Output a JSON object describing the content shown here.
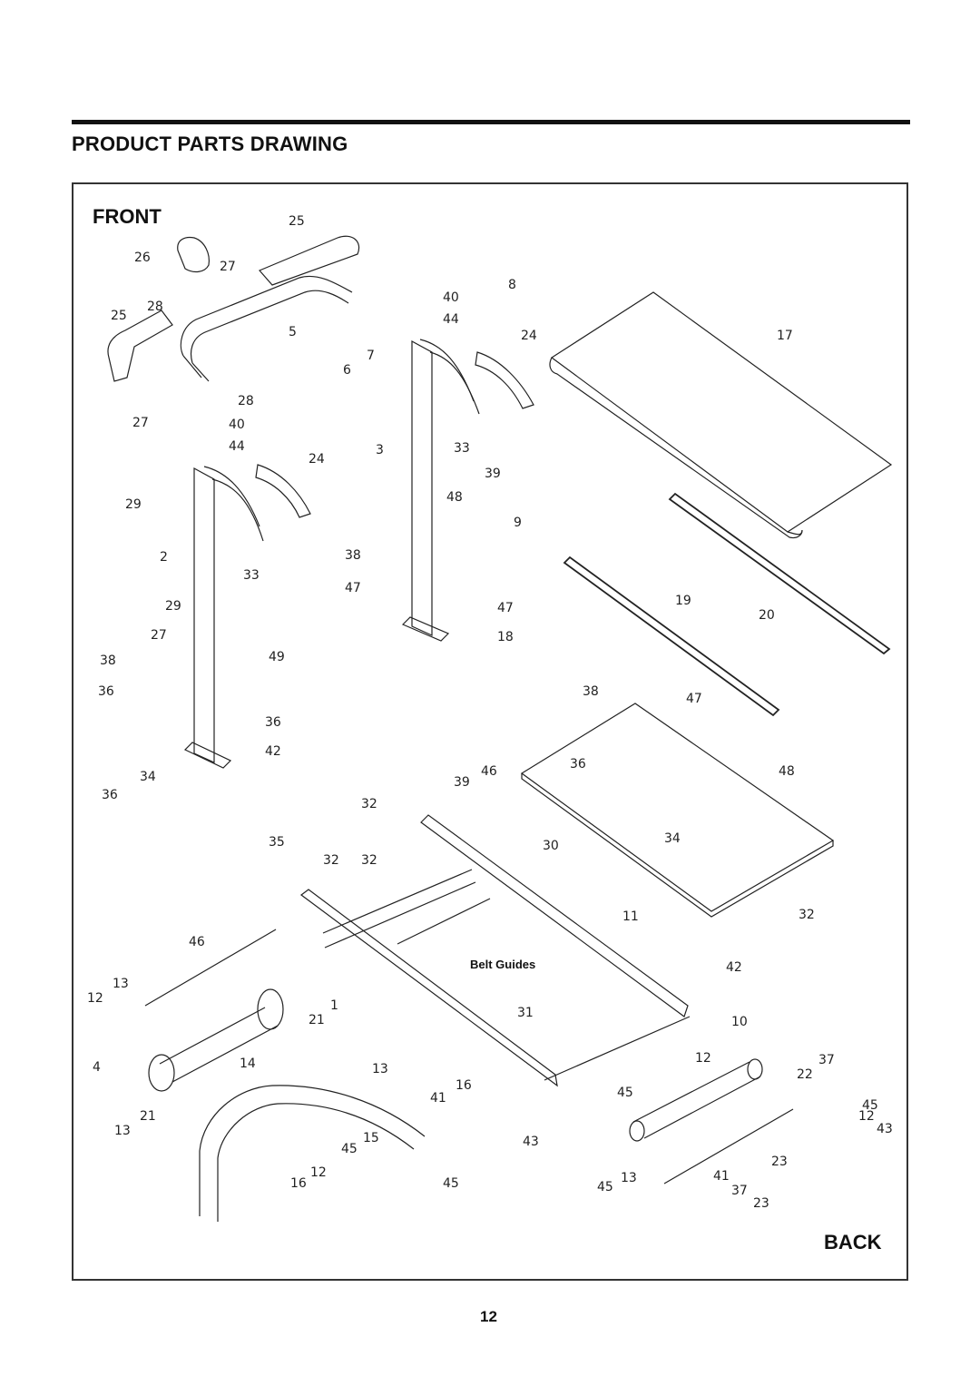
{
  "page": {
    "title": "PRODUCT PARTS DRAWING",
    "page_number": "12"
  },
  "diagram": {
    "front_label": "FRONT",
    "back_label": "BACK",
    "belt_guides_label": "Belt Guides",
    "callouts": [
      "25",
      "26",
      "27",
      "28",
      "25",
      "5",
      "40",
      "44",
      "8",
      "24",
      "17",
      "7",
      "6",
      "28",
      "27",
      "40",
      "44",
      "24",
      "3",
      "33",
      "39",
      "48",
      "9",
      "29",
      "2",
      "33",
      "38",
      "47",
      "19",
      "20",
      "29",
      "27",
      "49",
      "38",
      "47",
      "18",
      "36",
      "38",
      "47",
      "36",
      "42",
      "36",
      "46",
      "48",
      "39",
      "34",
      "36",
      "32",
      "34",
      "30",
      "35",
      "32",
      "32",
      "11",
      "32",
      "46",
      "42",
      "13",
      "12",
      "1",
      "21",
      "31",
      "10",
      "4",
      "14",
      "13",
      "12",
      "37",
      "22",
      "16",
      "45",
      "45",
      "41",
      "12",
      "43",
      "21",
      "13",
      "15",
      "45",
      "43",
      "23",
      "12",
      "16",
      "45",
      "13",
      "41",
      "37",
      "45",
      "23"
    ]
  }
}
